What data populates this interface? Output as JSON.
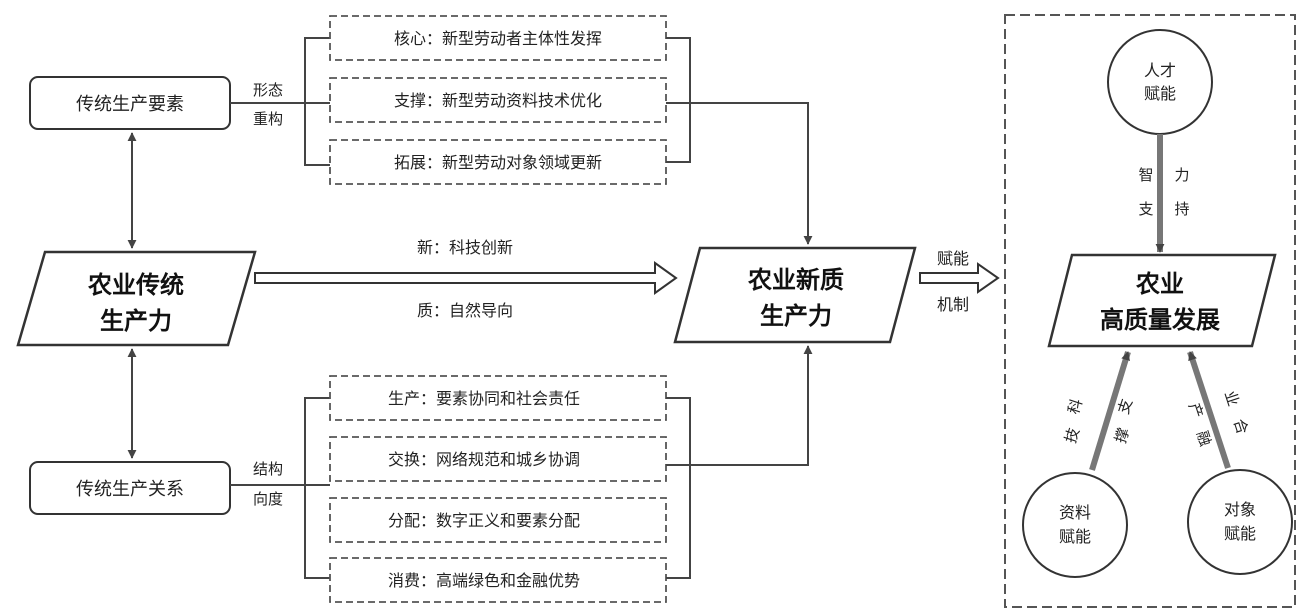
{
  "left": {
    "traditional_factors": "传统生产要素",
    "traditional_productivity": [
      "农业传统",
      "生产力"
    ],
    "traditional_relations": "传统生产关系"
  },
  "connectors": {
    "upper": [
      "形态",
      "重构"
    ],
    "lower": [
      "结构",
      "向度"
    ],
    "new_label": "新：科技创新",
    "quality_label": "质：自然导向",
    "empower": [
      "赋能",
      "机制"
    ]
  },
  "factor_items": [
    "核心：新型劳动者主体性发挥",
    "支撑：新型劳动资料技术优化",
    "拓展：新型劳动对象领域更新"
  ],
  "relation_items": [
    "生产：要素协同和社会责任",
    "交换：网络规范和城乡协调",
    "分配：数字正义和要素分配",
    "消费：高端绿色和金融优势"
  ],
  "center": {
    "new_productivity": [
      "农业新质",
      "生产力"
    ]
  },
  "right": {
    "goal": [
      "农业",
      "高质量发展"
    ],
    "talent": [
      "人才",
      "赋能"
    ],
    "material": [
      "资料",
      "赋能"
    ],
    "object": [
      "对象",
      "赋能"
    ],
    "talent_support": [
      "智",
      "支",
      "力",
      "持"
    ],
    "tech_support": [
      "科",
      "技",
      "支",
      "撑"
    ],
    "industry_fusion": [
      "产",
      "业",
      "融",
      "合"
    ]
  }
}
